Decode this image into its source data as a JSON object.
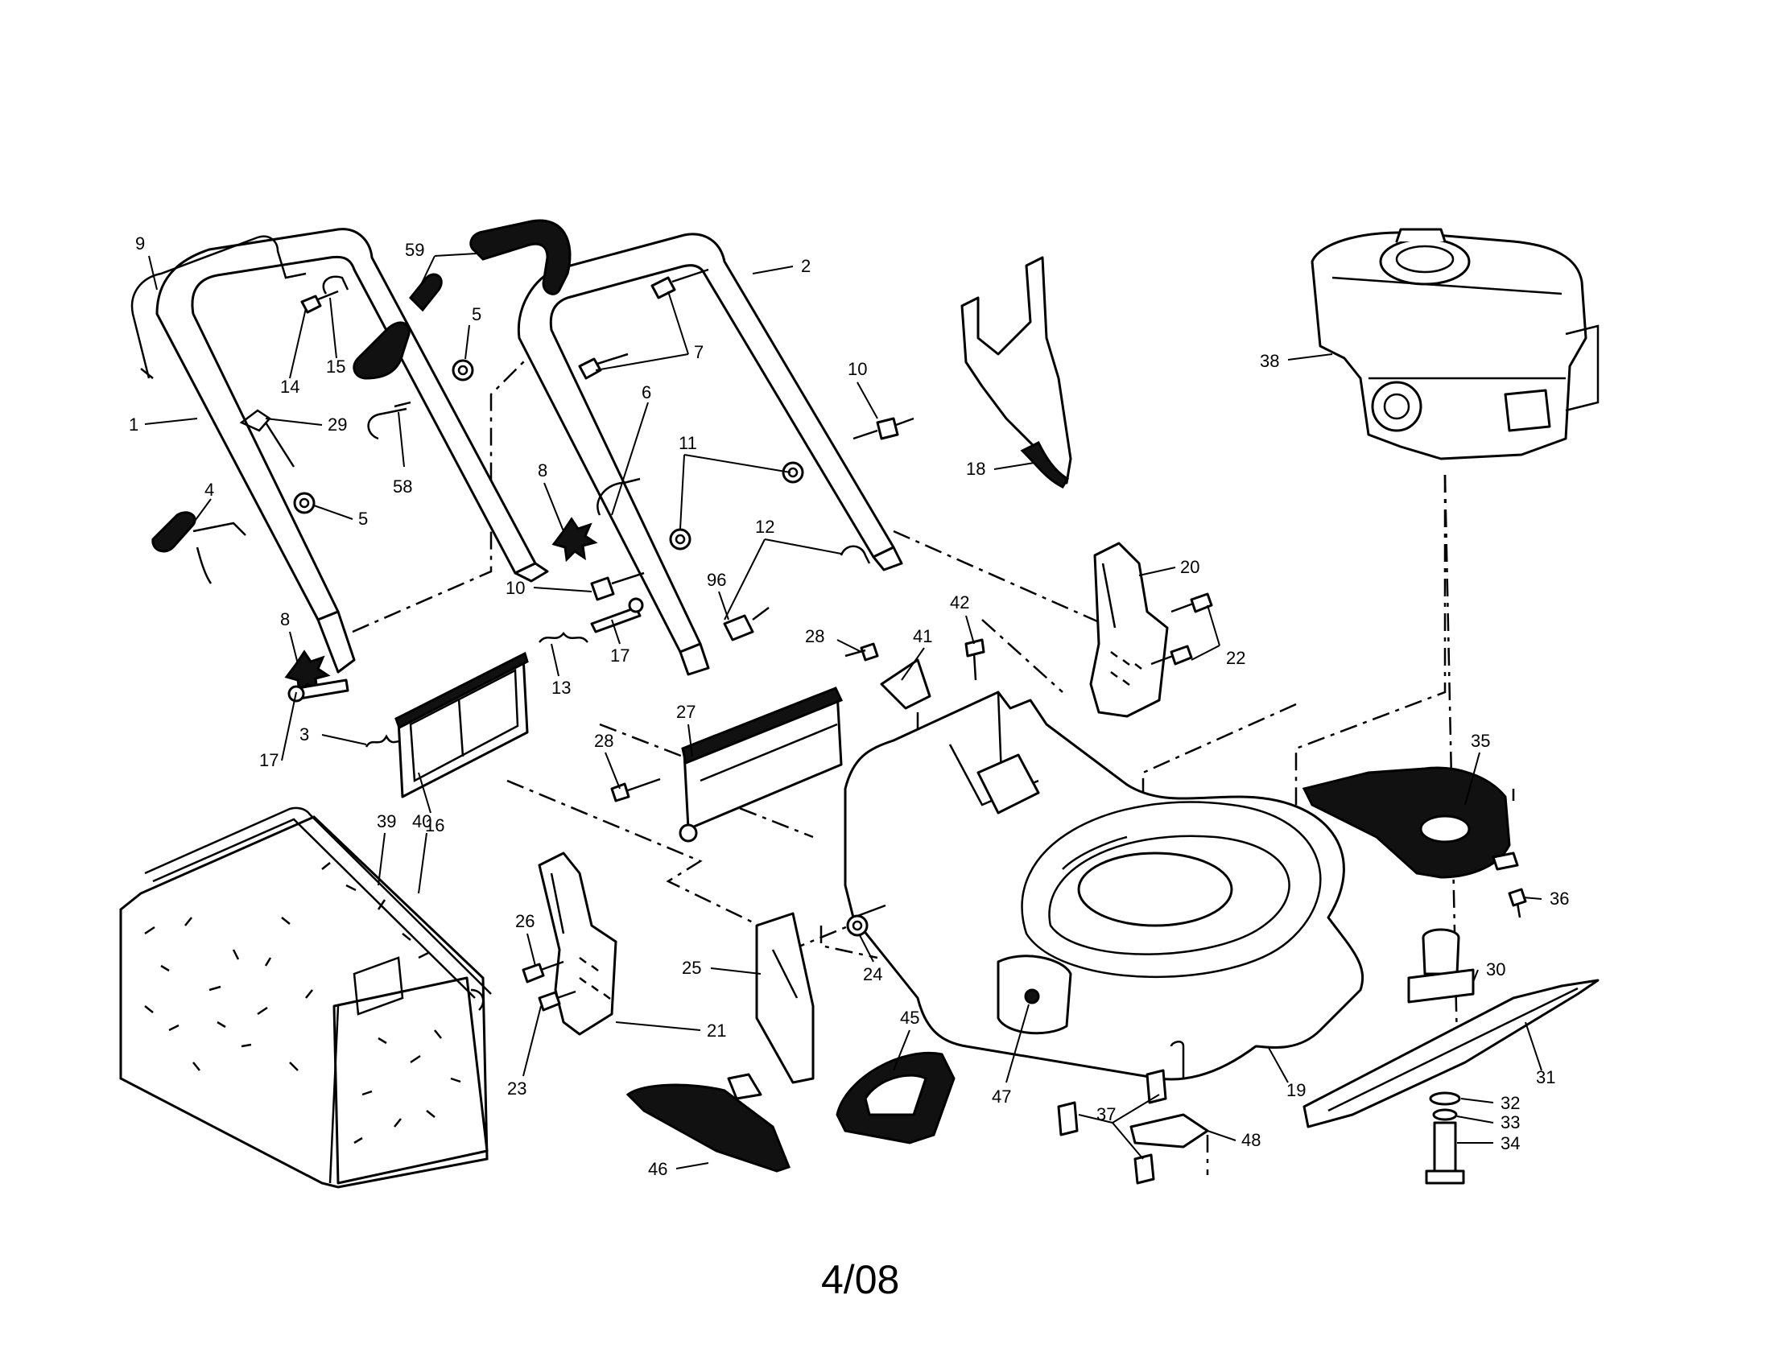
{
  "footer": {
    "date_code": "4/08"
  },
  "callouts": [
    {
      "id": "9",
      "label": "9"
    },
    {
      "id": "59",
      "label": "59"
    },
    {
      "id": "2",
      "label": "2"
    },
    {
      "id": "5a",
      "label": "5"
    },
    {
      "id": "7",
      "label": "7"
    },
    {
      "id": "14",
      "label": "14"
    },
    {
      "id": "15",
      "label": "15"
    },
    {
      "id": "1",
      "label": "1"
    },
    {
      "id": "29",
      "label": "29"
    },
    {
      "id": "58",
      "label": "58"
    },
    {
      "id": "4",
      "label": "4"
    },
    {
      "id": "5b",
      "label": "5"
    },
    {
      "id": "8a",
      "label": "8"
    },
    {
      "id": "6",
      "label": "6"
    },
    {
      "id": "11",
      "label": "11"
    },
    {
      "id": "10a",
      "label": "10"
    },
    {
      "id": "12",
      "label": "12"
    },
    {
      "id": "10b",
      "label": "10"
    },
    {
      "id": "96",
      "label": "96"
    },
    {
      "id": "8b",
      "label": "8"
    },
    {
      "id": "13",
      "label": "13"
    },
    {
      "id": "17a",
      "label": "17"
    },
    {
      "id": "28a",
      "label": "28"
    },
    {
      "id": "41",
      "label": "41"
    },
    {
      "id": "42",
      "label": "42"
    },
    {
      "id": "3",
      "label": "3"
    },
    {
      "id": "27",
      "label": "27"
    },
    {
      "id": "17b",
      "label": "17"
    },
    {
      "id": "28b",
      "label": "28"
    },
    {
      "id": "16",
      "label": "16"
    },
    {
      "id": "39",
      "label": "39"
    },
    {
      "id": "40",
      "label": "40"
    },
    {
      "id": "26",
      "label": "26"
    },
    {
      "id": "25",
      "label": "25"
    },
    {
      "id": "24",
      "label": "24"
    },
    {
      "id": "21",
      "label": "21"
    },
    {
      "id": "23",
      "label": "23"
    },
    {
      "id": "45",
      "label": "45"
    },
    {
      "id": "47",
      "label": "47"
    },
    {
      "id": "46",
      "label": "46"
    },
    {
      "id": "18",
      "label": "18"
    },
    {
      "id": "20",
      "label": "20"
    },
    {
      "id": "22",
      "label": "22"
    },
    {
      "id": "38",
      "label": "38"
    },
    {
      "id": "35",
      "label": "35"
    },
    {
      "id": "36",
      "label": "36"
    },
    {
      "id": "30",
      "label": "30"
    },
    {
      "id": "31",
      "label": "31"
    },
    {
      "id": "19",
      "label": "19"
    },
    {
      "id": "37",
      "label": "37"
    },
    {
      "id": "48",
      "label": "48"
    },
    {
      "id": "32",
      "label": "32"
    },
    {
      "id": "33",
      "label": "33"
    },
    {
      "id": "34",
      "label": "34"
    }
  ]
}
